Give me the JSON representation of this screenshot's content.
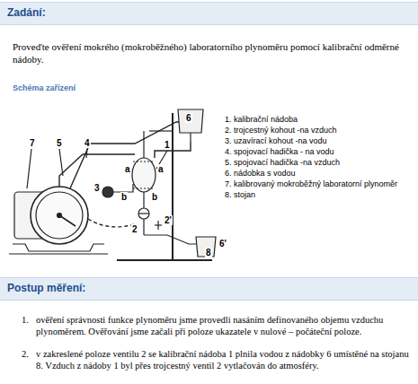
{
  "diagram": {
    "title": "Zadání:",
    "labels": [
      "Proveďte ověření mokrého (mokroběžného) laboratorního plynoměru pomocí kalibrační odměrné nádoby.",
      "Schéma zařízení",
      "1. kalibrační nádoba",
      "2. trojcestný kohout -na vzduch",
      "3. uzavírací kohout -na vodu",
      "4. spojovací hadička - na vodu",
      "5. spojovací hadička -na vzduch",
      "6. nádobka s vodou",
      "7. kalibrovaný mokroběžný laboratorní plynoměr",
      "8. stojan",
      "Postup měření:",
      "1.",
      "ověření správnosti funkce plynoměru jsme provedli nasáním definovaného objemu vzduchu plynoměrem. Ověřování jsme začali při poloze ukazatele v nulové – počáteční poloze.",
      "2.",
      "v zakreslené poloze ventilu 2 se kalibrační nádoba 1 plnila vodou z nádobky 6 umístěné na stojanu 8. Vzduch z nádoby 1 byl přes trojcestný ventil 2 vytlačován do atmosféry.",
      "6",
      "1",
      "7",
      "5",
      "4",
      "a",
      "a",
      "3",
      "b",
      "b",
      "2",
      "2'",
      "8",
      "6'"
    ]
  }
}
